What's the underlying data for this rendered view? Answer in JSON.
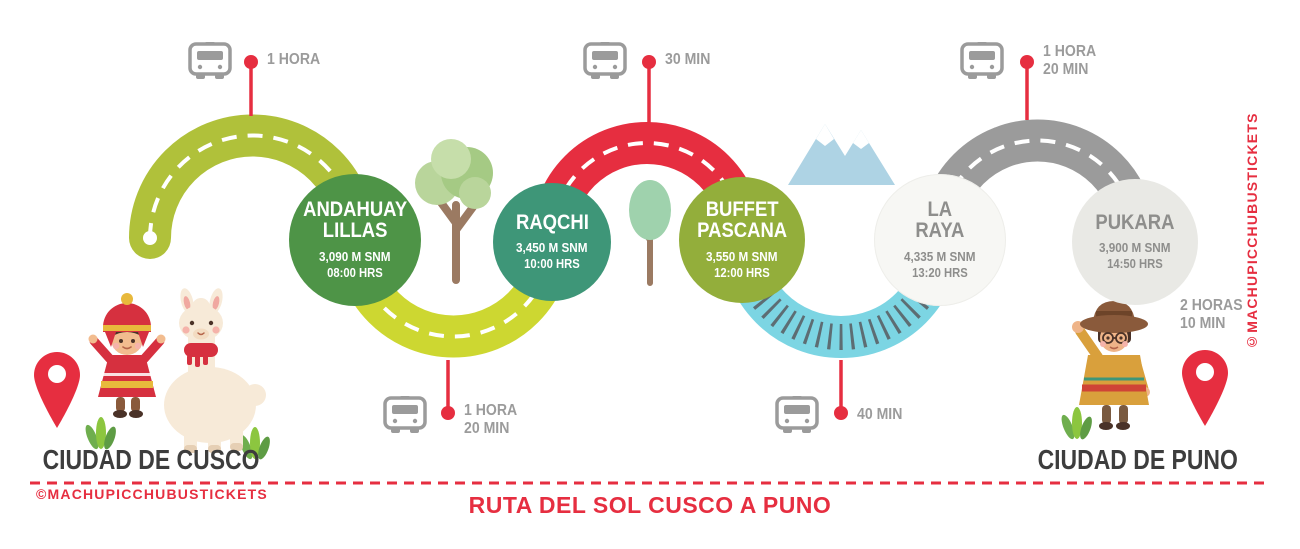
{
  "title": "RUTA DEL SOL CUSCO A PUNO",
  "watermarks": {
    "bottom_left": "©MACHUPICCHUBUSTICKETS",
    "right_vertical": "©MACHUPICCHUBUSTICKETS"
  },
  "origin": {
    "label": "CIUDAD DE CUSCO"
  },
  "destination": {
    "label": "CIUDAD DE PUNO"
  },
  "stops": [
    {
      "name_line1": "ANDAHUAY",
      "name_line2": "LILLAS",
      "altitude": "3,090 M SNM",
      "time": "08:00 HRS",
      "circle_color": "#4e9447"
    },
    {
      "name_line1": "RAQCHI",
      "name_line2": "",
      "altitude": "3,450 M SNM",
      "time": "10:00 HRS",
      "circle_color": "#3e9678"
    },
    {
      "name_line1": "BUFFET",
      "name_line2": "PASCANA",
      "altitude": "3,550 M SNM",
      "time": "12:00 HRS",
      "circle_color": "#93ae3b"
    },
    {
      "name_line1": "LA",
      "name_line2": "RAYA",
      "altitude": "4,335 M SNM",
      "time": "13:20 HRS",
      "circle_color": "#f7f7f4"
    },
    {
      "name_line1": "PUKARA",
      "name_line2": "",
      "altitude": "3,900 M SNM",
      "time": "14:50 HRS",
      "circle_color": "#e9e9e5"
    }
  ],
  "legs": [
    {
      "line1": "1 HORA",
      "line2": ""
    },
    {
      "line1": "1 HORA",
      "line2": "20 MIN"
    },
    {
      "line1": "30 MIN",
      "line2": ""
    },
    {
      "line1": "40 MIN",
      "line2": ""
    },
    {
      "line1": "1 HORA",
      "line2": "20 MIN"
    },
    {
      "line1": "2 HORAS",
      "line2": "10 MIN"
    }
  ],
  "colors": {
    "accent_red": "#e62e40",
    "road_green": "#b0c13a",
    "road_yellow_green": "#cdd731",
    "road_red": "#e62e40",
    "road_cyan": "#7cd5e3",
    "road_gray": "#9b9b9b",
    "duration_text": "#9b9b9b",
    "city_text": "#3d3d3d"
  },
  "icons": {
    "bus-icon": "gray front-view bus shape",
    "map-pin-icon": "red teardrop pin with white center",
    "marker-dot": "red circle",
    "route-start-dot": "white circle",
    "tree-icon": "green tree",
    "mountains-icon": "blue peaks with snow caps",
    "railway-ties": "dark cross ties on cyan road"
  }
}
